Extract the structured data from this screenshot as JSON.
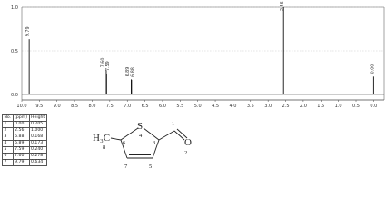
{
  "chart_data": {
    "type": "line",
    "title": "",
    "xlabel": "",
    "ylabel": "",
    "xlim": [
      10.0,
      -0.3
    ],
    "ylim": [
      0,
      1.0
    ],
    "x_ticks": [
      "10.0",
      "9.5",
      "9.0",
      "8.5",
      "8.0",
      "7.5",
      "7.0",
      "6.5",
      "6.0",
      "5.5",
      "5.0",
      "4.5",
      "4.0",
      "3.5",
      "3.0",
      "2.5",
      "2.0",
      "1.5",
      "1.0",
      "0.5",
      "0.0"
    ],
    "y_ticks": [
      "1.0",
      "0.5",
      "0.0"
    ],
    "peak_labels": [
      "9.79",
      "7.60",
      "7.59",
      "6.89",
      "6.88",
      "2.56",
      "0.00"
    ],
    "series": [
      {
        "peaks": [
          {
            "ppm": 9.79,
            "height": 0.634
          },
          {
            "ppm": 7.6,
            "height": 0.278
          },
          {
            "ppm": 7.59,
            "height": 0.24
          },
          {
            "ppm": 6.89,
            "height": 0.173
          },
          {
            "ppm": 6.88,
            "height": 0.168
          },
          {
            "ppm": 2.56,
            "height": 1.0
          },
          {
            "ppm": 0.0,
            "height": 0.205
          }
        ]
      }
    ]
  },
  "peak_table": {
    "headers": [
      "No.",
      "(ppm)",
      "Height"
    ],
    "rows": [
      [
        "1",
        "0.00",
        "0.205"
      ],
      [
        "2",
        "2.56",
        "1.000"
      ],
      [
        "3",
        "6.88",
        "0.168"
      ],
      [
        "4",
        "6.89",
        "0.173"
      ],
      [
        "5",
        "7.59",
        "0.240"
      ],
      [
        "6",
        "7.60",
        "0.278"
      ],
      [
        "7",
        "9.79",
        "0.634"
      ]
    ]
  },
  "structure": {
    "methyl": "H₃C",
    "atom_labels": [
      "S",
      "O",
      "6",
      "4",
      "3",
      "1",
      "2",
      "5",
      "7",
      "8"
    ]
  }
}
